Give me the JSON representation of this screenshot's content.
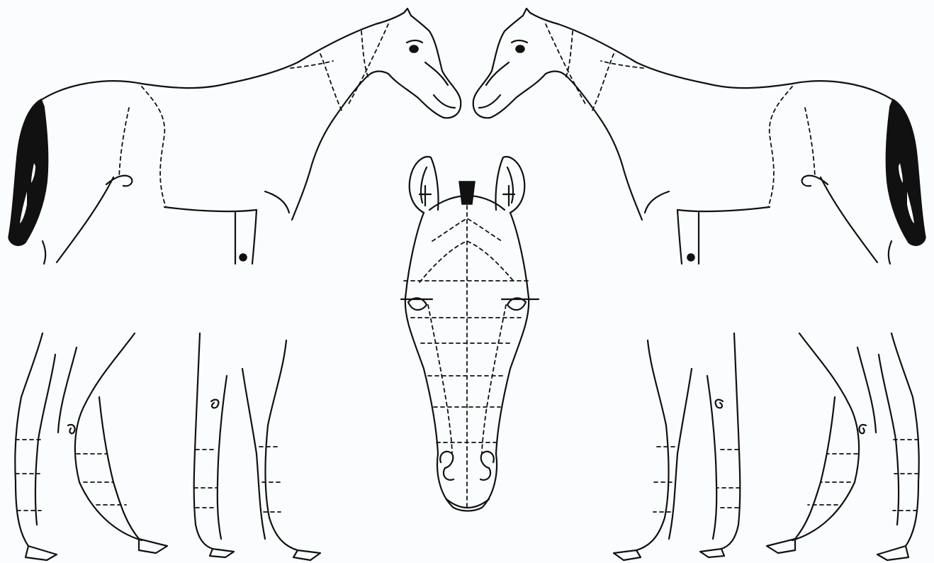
{
  "figure": {
    "subject": "horse-identification-diagram",
    "views": [
      "left-side-view",
      "front-head-view",
      "right-side-view"
    ],
    "markings": {
      "dark_tail": true,
      "head_tuft": true,
      "whorls": [
        "shoulder",
        "left-fore-knee",
        "right-fore-knee"
      ]
    },
    "colors": {
      "line": "#111111",
      "background": "#fbfcfe",
      "fill_marking": "#111111"
    }
  }
}
